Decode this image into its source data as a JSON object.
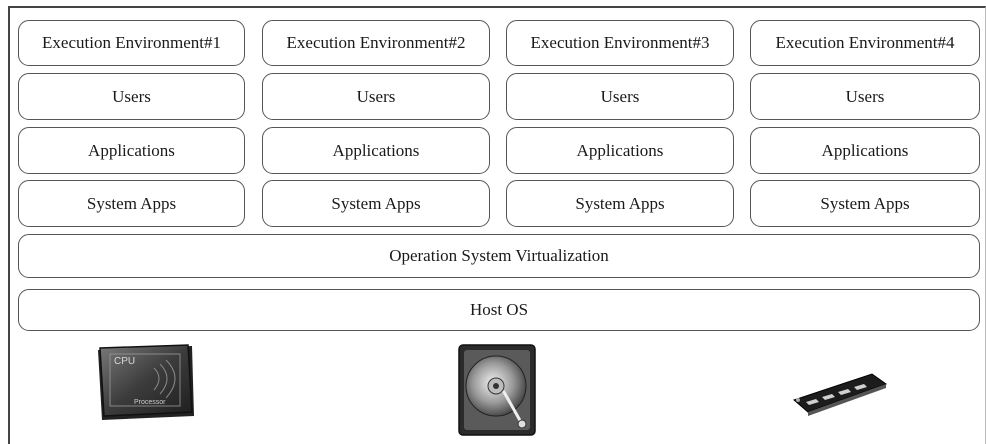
{
  "environments": [
    {
      "title": "Execution Environment#1",
      "users": "Users",
      "applications": "Applications",
      "system_apps": "System Apps"
    },
    {
      "title": "Execution Environment#2",
      "users": "Users",
      "applications": "Applications",
      "system_apps": "System Apps"
    },
    {
      "title": "Execution Environment#3",
      "users": "Users",
      "applications": "Applications",
      "system_apps": "System Apps"
    },
    {
      "title": "Execution Environment#4",
      "users": "Users",
      "applications": "Applications",
      "system_apps": "System Apps"
    }
  ],
  "virtualization_layer": "Operation System Virtualization",
  "host_os": "Host OS",
  "hardware": {
    "cpu": {
      "icon": "cpu-chip-icon",
      "label": "CPU",
      "sublabel": "Processor"
    },
    "disk": {
      "icon": "hard-disk-icon"
    },
    "memory": {
      "icon": "memory-module-icon"
    }
  }
}
